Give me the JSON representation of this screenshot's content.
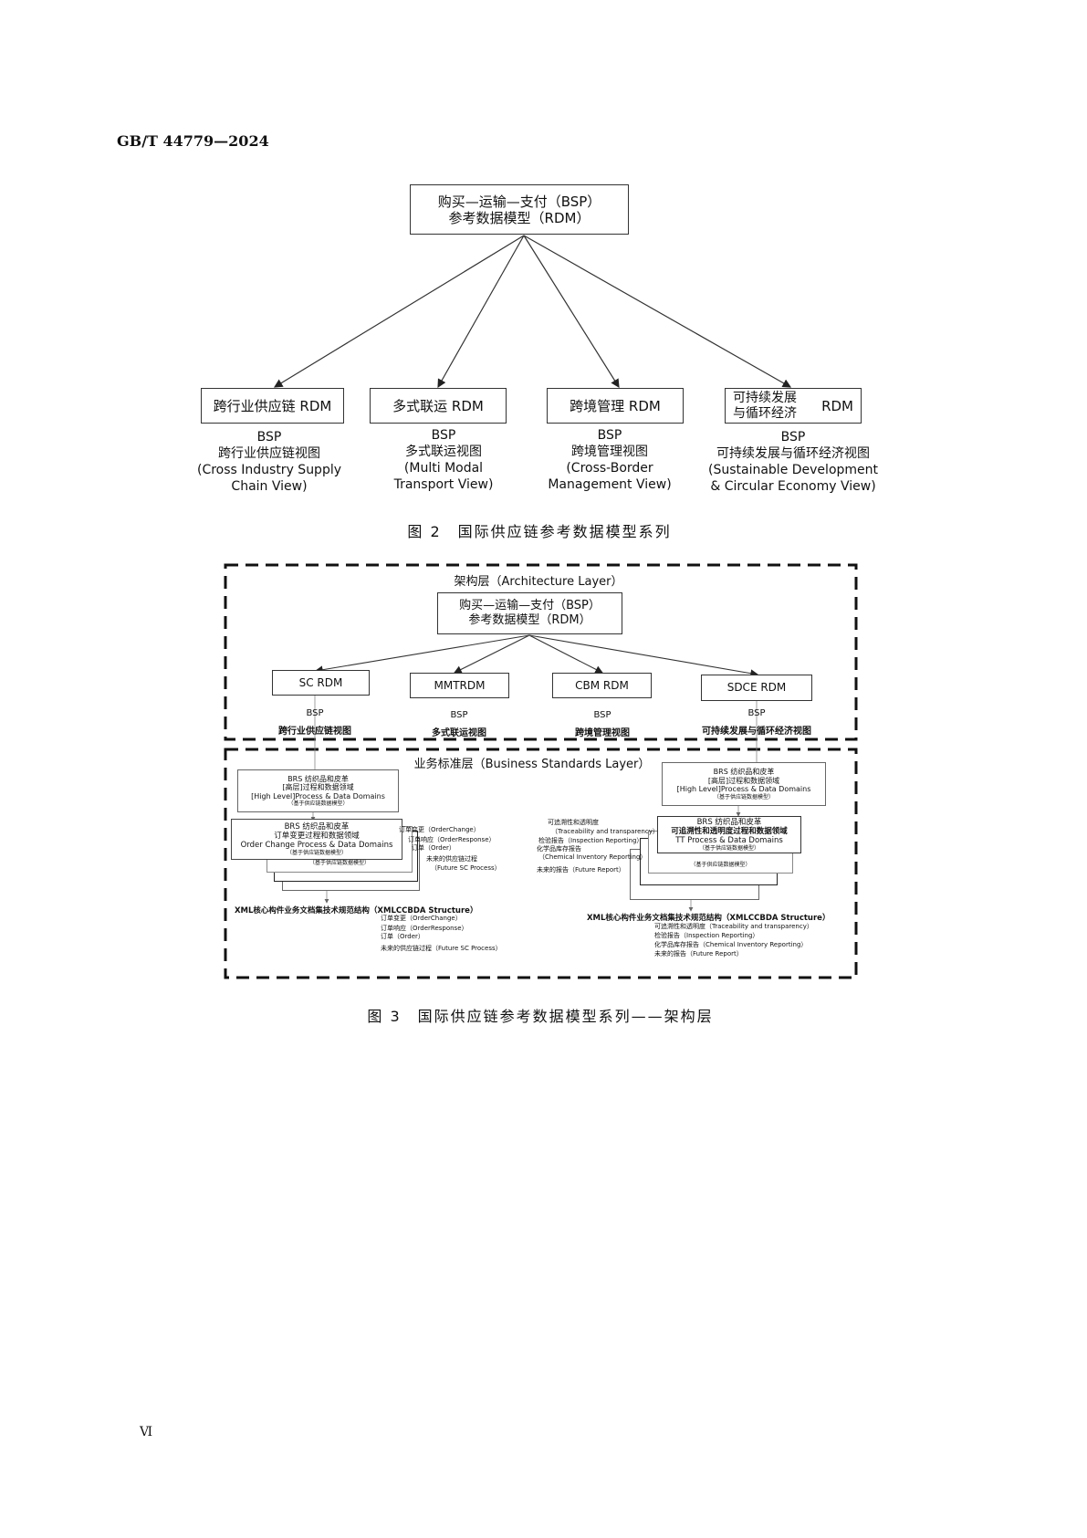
{
  "header": {
    "standard_id": "GB/T 44779—2024"
  },
  "figure2": {
    "root": {
      "line1": "购买—运输—支付（BSP）",
      "line2": "参考数据模型（RDM）"
    },
    "children": [
      {
        "box": "跨行业供应链 RDM",
        "label": [
          "BSP",
          "跨行业供应链视图",
          "(Cross Industry Supply",
          "Chain View)"
        ]
      },
      {
        "box": "多式联运 RDM",
        "label": [
          "BSP",
          "多式联运视图",
          "(Multi Modal",
          "Transport View)"
        ]
      },
      {
        "box": "跨境管理 RDM",
        "label": [
          "BSP",
          "跨境管理视图",
          "(Cross-Border",
          "Management View)"
        ]
      },
      {
        "box_line1": "可持续发展",
        "box_line2": "与循环经济",
        "box_rdm": "RDM",
        "label": [
          "BSP",
          "可持续发展与循环经济视图",
          "(Sustainable Development",
          "& Circular Economy View)"
        ]
      }
    ],
    "caption": "图 2　国际供应链参考数据模型系列"
  },
  "figure3": {
    "architecture_layer": {
      "title": "架构层（Architecture Layer）",
      "root": {
        "line1": "购买—运输—支付（BSP）",
        "line2": "参考数据模型（RDM）"
      },
      "children": [
        {
          "box": "SC RDM",
          "bsp": "BSP",
          "view": "跨行业供应链视图"
        },
        {
          "box": "MMTRDM",
          "bsp": "BSP",
          "view": "多式联运视图"
        },
        {
          "box": "CBM RDM",
          "bsp": "BSP",
          "view": "跨境管理视图"
        },
        {
          "box": "SDCE RDM",
          "bsp": "BSP",
          "view": "可持续发展与循环经济视图"
        }
      ]
    },
    "business_layer": {
      "title": "业务标准层（Business Standards Layer）",
      "left": {
        "high_level": [
          "BRS 纺织品和皮革",
          "[高层]过程和数据领域",
          "[High Level]Process & Data Domains",
          "（基于供应链数据模型）"
        ],
        "process": [
          "BRS 纺织品和皮革",
          "订单变更过程和数据领域",
          "Order Change Process & Data Domains",
          "（基于供应链数据模型）"
        ],
        "stack_note": "（基于供应链数据模型）",
        "side_labels": [
          "订单变更（OrderChange）",
          "订单响应（OrderResponse）",
          "订单（Order）",
          "未来的供应链过程",
          "（Future SC Process）"
        ],
        "xml_title": "XML核心构件业务文档集技术规范结构（XMLCCBDA Structure）",
        "xml_items": [
          "订单变更（OrderChange）",
          "订单响应（OrderResponse）",
          "订单（Order）",
          "未来的供应链过程（Future SC Process）"
        ]
      },
      "right": {
        "high_level": [
          "BRS 纺织品和皮革",
          "[高层]过程和数据领域",
          "[High Level]Process & Data Domains",
          "（基于供应链数据模型）"
        ],
        "process": [
          "BRS 纺织品和皮革",
          "可追溯性和透明度过程和数据领域",
          "TT Process & Data Domains",
          "（基于供应链数据模型）"
        ],
        "stack_note": "（基于供应链数据模型）",
        "side_labels": [
          "可追溯性和透明度",
          "（Traceability and transparency）",
          "检验报告（Inspection Reporting）",
          "化学品库存报告",
          "（Chemical Inventory Reporting）",
          "未来的报告（Future Report）"
        ],
        "xml_title": "XML核心构件业务文档集技术规范结构（XMLCCBDA Structure）",
        "xml_items": [
          "可追溯性和透明度（Traceability and transparency）",
          "检验报告（Inspection Reporting）",
          "化学品库存报告（Chemical Inventory Reporting）",
          "未来的报告（Future Report）"
        ]
      }
    },
    "caption": "图 3　国际供应链参考数据模型系列——架构层"
  },
  "footer": {
    "page_number": "Ⅵ"
  }
}
